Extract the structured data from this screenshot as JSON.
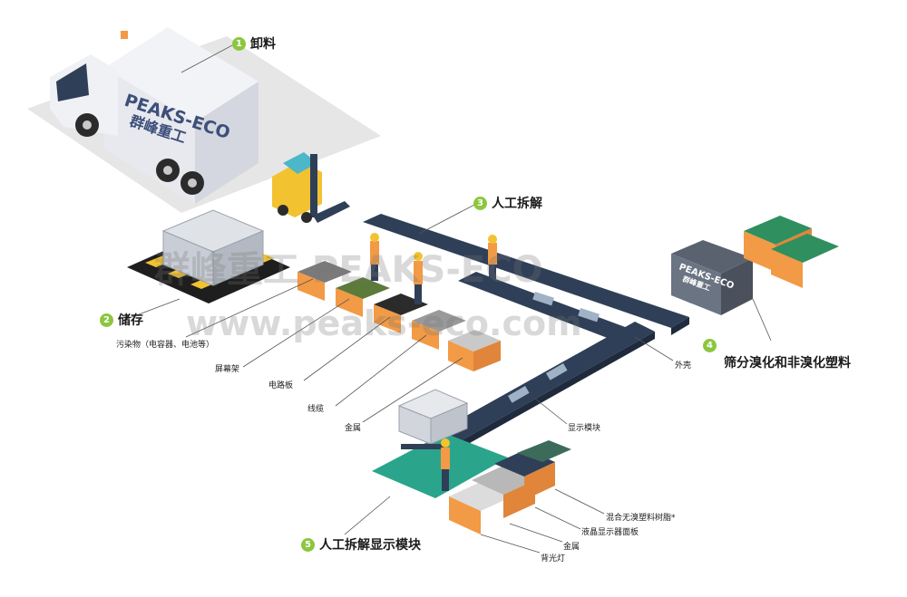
{
  "truck": {
    "brand_en": "PEAKS-ECO",
    "brand_cn": "群峰重工"
  },
  "machine": {
    "brand": "PEAKS-ECO",
    "brand_cn": "群峰重工"
  },
  "steps": [
    {
      "num": "1",
      "label": "卸料"
    },
    {
      "num": "2",
      "label": "储存"
    },
    {
      "num": "3",
      "label": "人工拆解"
    },
    {
      "num": "4",
      "label": "筛分溴化和非溴化塑料"
    },
    {
      "num": "5",
      "label": "人工拆解显示模块"
    }
  ],
  "labels": {
    "pollutants": "污染物（电容器、电池等）",
    "screen_frame": "屏幕架",
    "circuit_board": "电路板",
    "cable": "线缆",
    "metal": "金属",
    "housing": "外壳",
    "display_module": "显示模块",
    "mixed_plastic": "混合无溴塑料树脂*",
    "lcd_panel": "液晶显示器面板",
    "metal2": "金属",
    "backlight": "背光灯"
  },
  "watermark": {
    "line1": "群峰重工 PEAKS-ECO",
    "line2": "www.peaks-eco.com"
  },
  "colors": {
    "belt": "#2f3f57",
    "bin": "#f29a45",
    "accent": "#8cc63f",
    "station_floor": "#2aa58b"
  }
}
